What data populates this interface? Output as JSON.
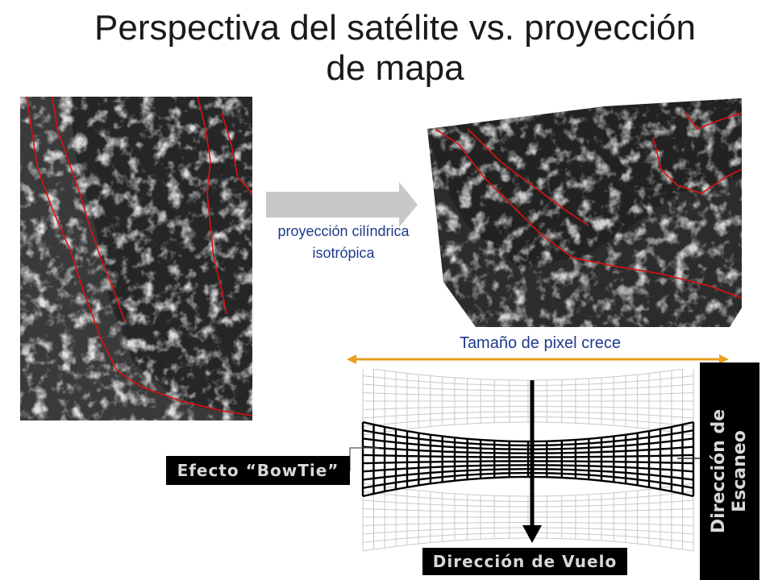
{
  "title": {
    "line1": "Perspectiva del satélite vs. proyección",
    "line2": "de mapa"
  },
  "projection_label": {
    "line1": "proyección cilíndrica",
    "line2": "isotrópica"
  },
  "pixel_growth_label": "Tamaño de pixel crece",
  "bowtie_label": "Efecto “BowTie”",
  "flight_direction_label": "Dirección de Vuelo",
  "scan_direction_label": {
    "line1": "Dirección de",
    "line2": "Escaneo"
  },
  "colors": {
    "coastline": "#e01010",
    "arrow_gray": "#c8c8c8",
    "pixel_arrow": "#e8a020",
    "label_blue": "#1f3a8a"
  }
}
